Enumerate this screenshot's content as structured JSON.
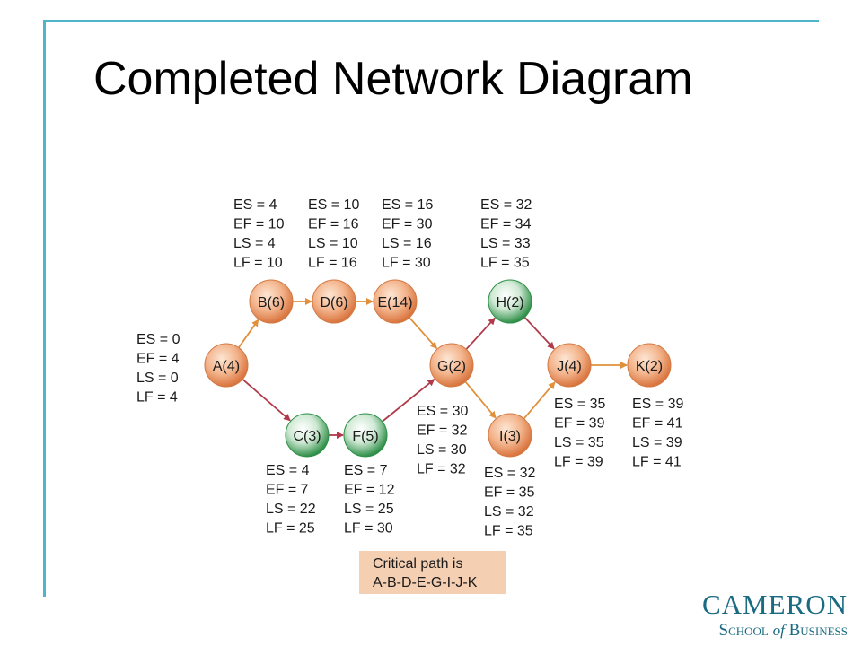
{
  "title": "Completed Network Diagram",
  "nodes": [
    {
      "id": "A",
      "label": "A(4)",
      "critical": true,
      "values": [
        "ES = 0",
        "EF = 4",
        "LS = 0",
        "LF = 4"
      ]
    },
    {
      "id": "B",
      "label": "B(6)",
      "critical": true,
      "values": [
        "ES = 4",
        "EF = 10",
        "LS = 4",
        "LF = 10"
      ]
    },
    {
      "id": "D",
      "label": "D(6)",
      "critical": true,
      "values": [
        "ES = 10",
        "EF = 16",
        "LS = 10",
        "LF = 16"
      ]
    },
    {
      "id": "E",
      "label": "E(14)",
      "critical": true,
      "values": [
        "ES = 16",
        "EF = 30",
        "LS = 16",
        "LF = 30"
      ]
    },
    {
      "id": "H",
      "label": "H(2)",
      "critical": false,
      "values": [
        "ES = 32",
        "EF = 34",
        "LS = 33",
        "LF = 35"
      ]
    },
    {
      "id": "C",
      "label": "C(3)",
      "critical": false,
      "values": [
        "ES = 4",
        "EF = 7",
        "LS = 22",
        "LF = 25"
      ]
    },
    {
      "id": "F",
      "label": "F(5)",
      "critical": false,
      "values": [
        "ES = 7",
        "EF = 12",
        "LS = 25",
        "LF = 30"
      ]
    },
    {
      "id": "G",
      "label": "G(2)",
      "critical": true,
      "values": [
        "ES = 30",
        "EF = 32",
        "LS = 30",
        "LF = 32"
      ]
    },
    {
      "id": "I",
      "label": "I(3)",
      "critical": true,
      "values": [
        "ES = 32",
        "EF = 35",
        "LS = 32",
        "LF = 35"
      ]
    },
    {
      "id": "J",
      "label": "J(4)",
      "critical": true,
      "values": [
        "ES = 35",
        "EF = 39",
        "LS = 35",
        "LF = 39"
      ]
    },
    {
      "id": "K",
      "label": "K(2)",
      "critical": true,
      "values": [
        "ES = 39",
        "EF = 41",
        "LS = 39",
        "LF = 41"
      ]
    }
  ],
  "edges": [
    {
      "from": "A",
      "to": "B",
      "critical": true
    },
    {
      "from": "A",
      "to": "C",
      "critical": false
    },
    {
      "from": "B",
      "to": "D",
      "critical": true
    },
    {
      "from": "D",
      "to": "E",
      "critical": true
    },
    {
      "from": "C",
      "to": "F",
      "critical": false
    },
    {
      "from": "E",
      "to": "G",
      "critical": true
    },
    {
      "from": "F",
      "to": "G",
      "critical": false
    },
    {
      "from": "G",
      "to": "H",
      "critical": false
    },
    {
      "from": "G",
      "to": "I",
      "critical": true
    },
    {
      "from": "H",
      "to": "J",
      "critical": false
    },
    {
      "from": "I",
      "to": "J",
      "critical": true
    },
    {
      "from": "J",
      "to": "K",
      "critical": true
    }
  ],
  "callout": {
    "line1": "Critical path is",
    "line2": "A-B-D-E-G-I-J-K"
  },
  "logo": {
    "main": "CAMERON",
    "sub_prefix": "School",
    "sub_of": "of",
    "sub_suffix": "Business"
  },
  "colors": {
    "critical_node": "#f0a070",
    "noncritical_node": "#3a9a50",
    "critical_edge": "#e0903a",
    "noncritical_edge": "#b03a4a",
    "accent_frame": "#4fb5c9",
    "callout_bg": "#f5cfb2",
    "logo": "#1a6a82"
  }
}
